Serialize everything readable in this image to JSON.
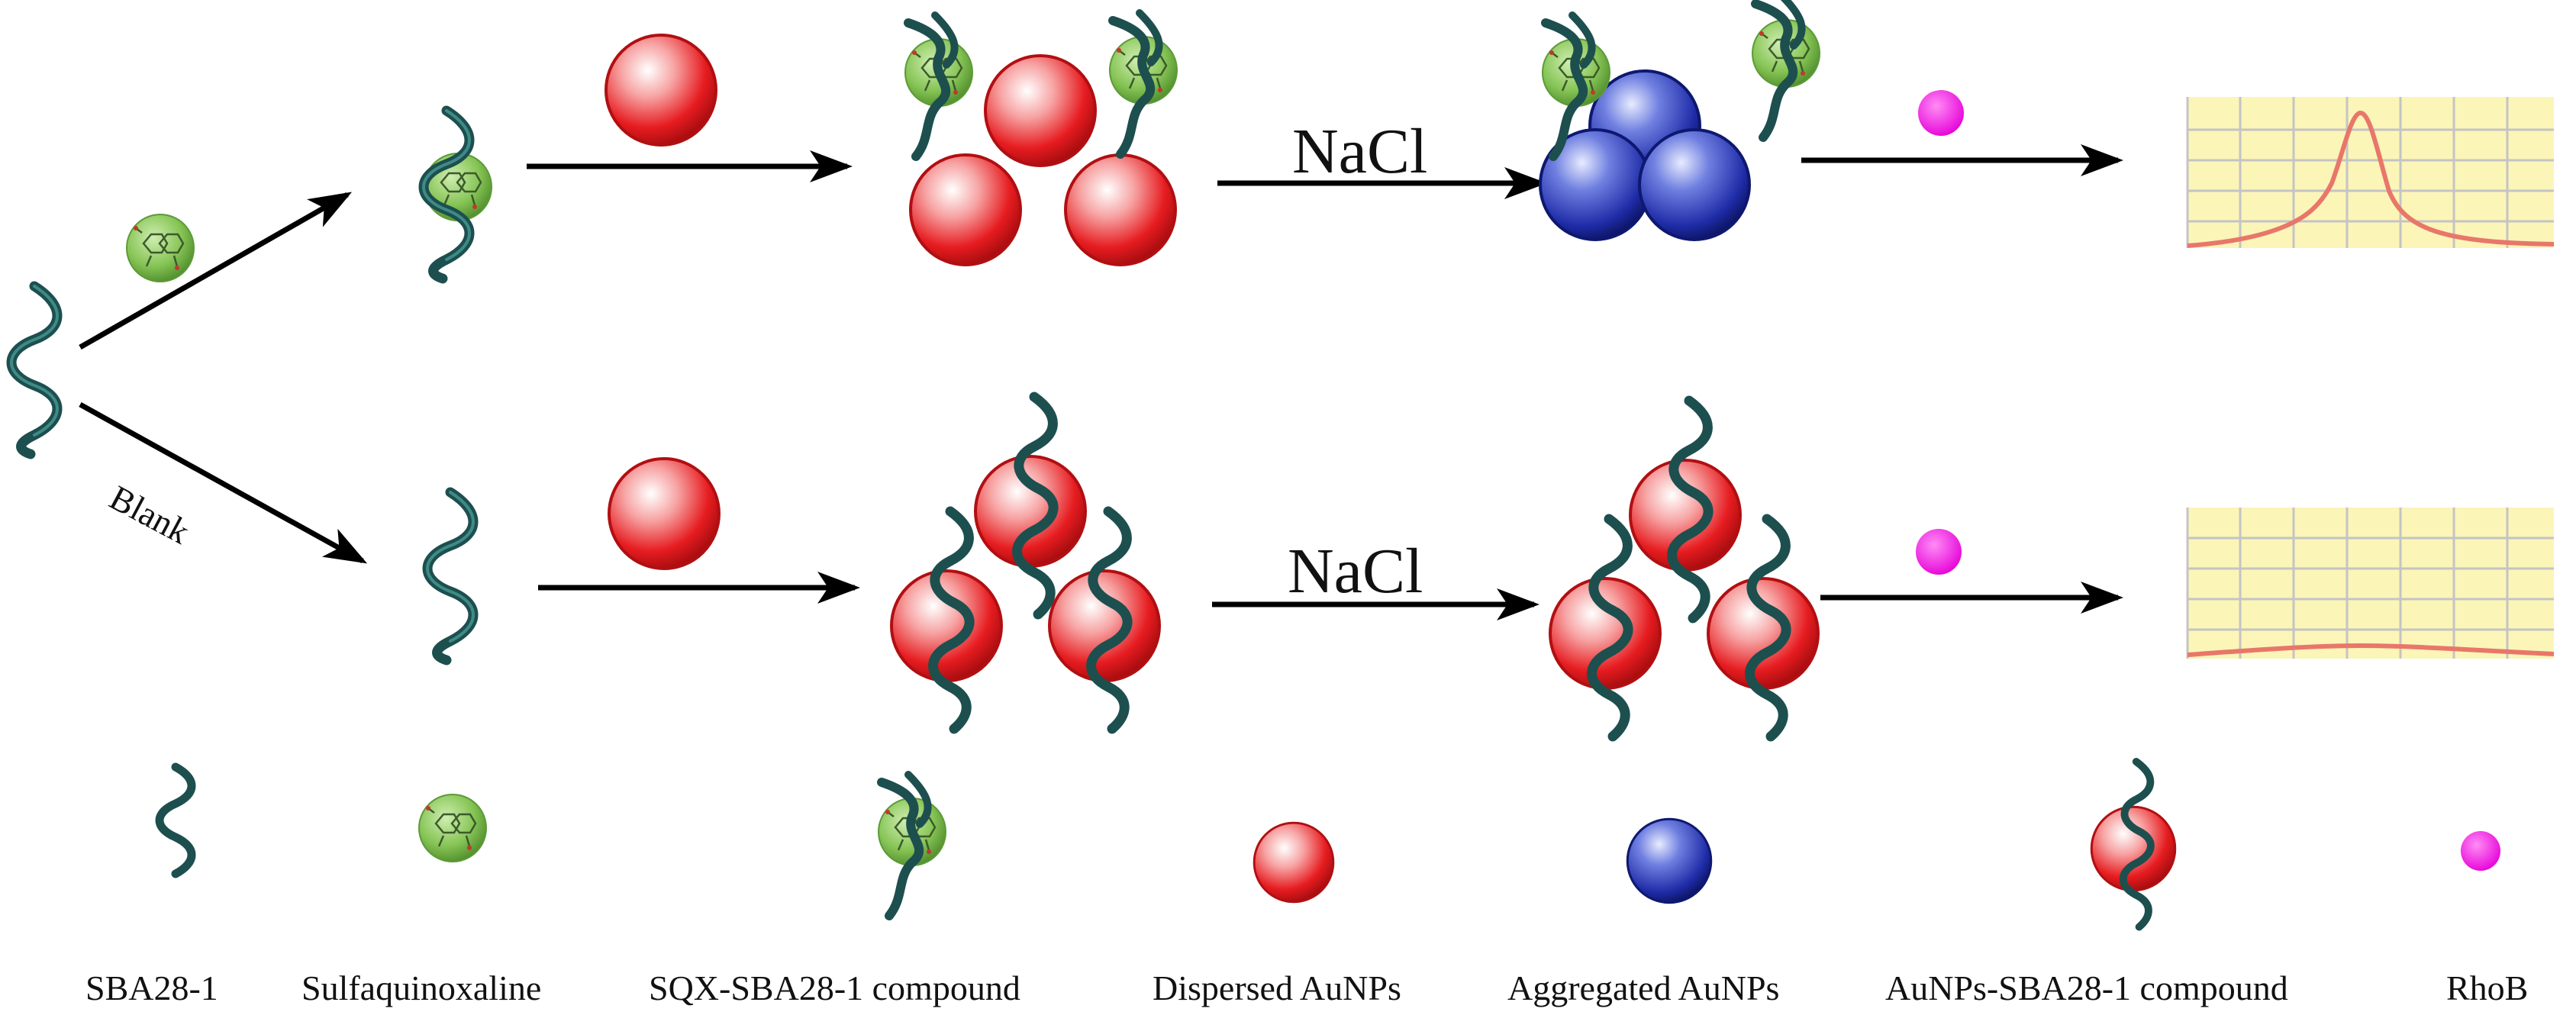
{
  "arrow_labels": {
    "top_nacl": "NaCl",
    "bottom_nacl": "NaCl",
    "blank": "Blank"
  },
  "legend": {
    "sba28": "SBA28-1",
    "sulfaquinoxaline": "Sulfaquinoxaline",
    "sqx_complex": "SQX-SBA28-1  compound",
    "dispersed": "Dispersed AuNPs",
    "aggregated": "Aggregated AuNPs",
    "aunp_complex": "AuNPs-SBA28-1 compound",
    "rhob": "RhoB"
  },
  "colors": {
    "aptamer": "#1d4f4f",
    "sulfaquinoxaline": "#7fbf4a",
    "dispersed_aunp": "#e2171b",
    "aggregated_aunp": "#1f2a9e",
    "rhob": "#f21fe6",
    "spectrum_background": "#fbf5b8",
    "spectrum_grid": "#c4c4c4",
    "spectrum_line": "#e8776a"
  }
}
